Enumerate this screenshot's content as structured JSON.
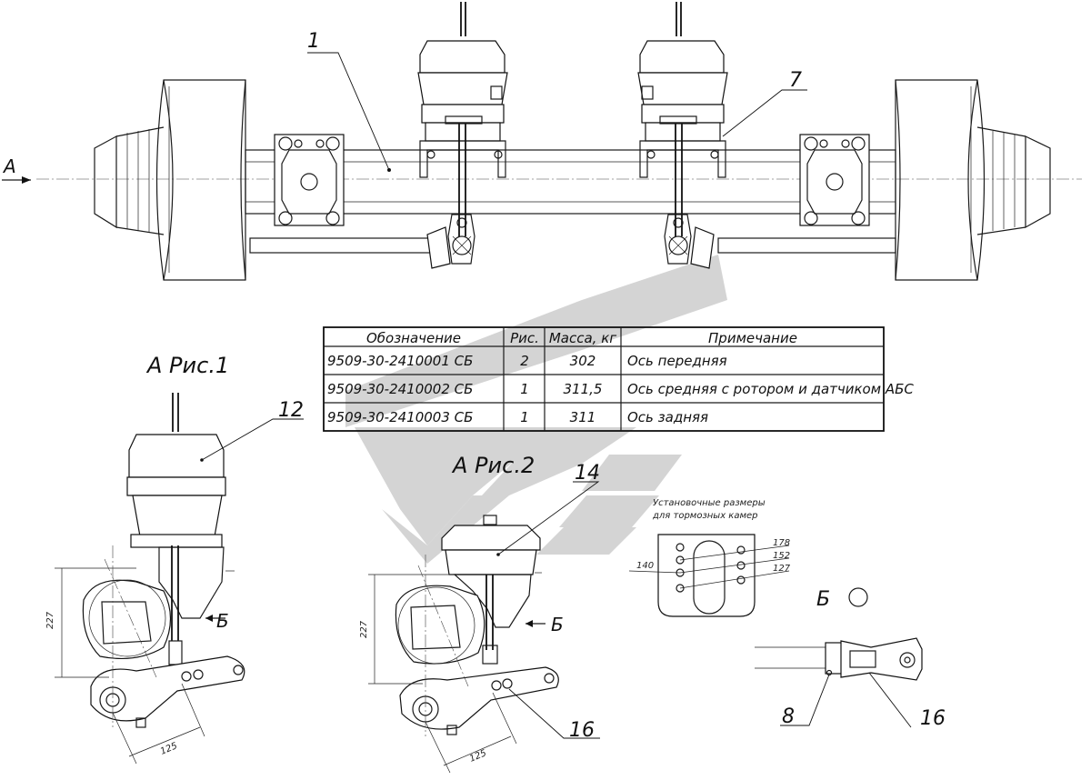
{
  "callouts": {
    "c1": "1",
    "c7": "7",
    "c12": "12",
    "c14": "14",
    "c16a": "16",
    "c16b": "16",
    "c8": "8"
  },
  "view_labels": {
    "arrow_a": "А",
    "view_a_fig1": "А Рис.1",
    "view_a_fig2": "А Рис.2",
    "view_b_left": "Б",
    "view_b_mid": "Б",
    "view_b_detail": "Б"
  },
  "dimensions": {
    "d227_left": "227",
    "d125_left": "125",
    "d227_right": "227",
    "d125_right": "125",
    "d140": "140",
    "d178": "178",
    "d152": "152",
    "d127": "127"
  },
  "plate_note": {
    "line1": "Установочные размеры",
    "line2": "для тормозных камер"
  },
  "spec_table": {
    "headers": [
      "Обозначение",
      "Рис.",
      "Масса, кг",
      "Примечание"
    ],
    "rows": [
      [
        "9509-30-2410001 СБ",
        "2",
        "302",
        "Ось передняя"
      ],
      [
        "9509-30-2410002 СБ",
        "1",
        "311,5",
        "Ось средняя с ротором и датчиком АБС"
      ],
      [
        "9509-30-2410003 СБ",
        "1",
        "311",
        "Ось задняя"
      ]
    ]
  },
  "colors": {
    "line": "#1a1a1a",
    "watermark": "#d4d4d4",
    "background": "#ffffff"
  }
}
